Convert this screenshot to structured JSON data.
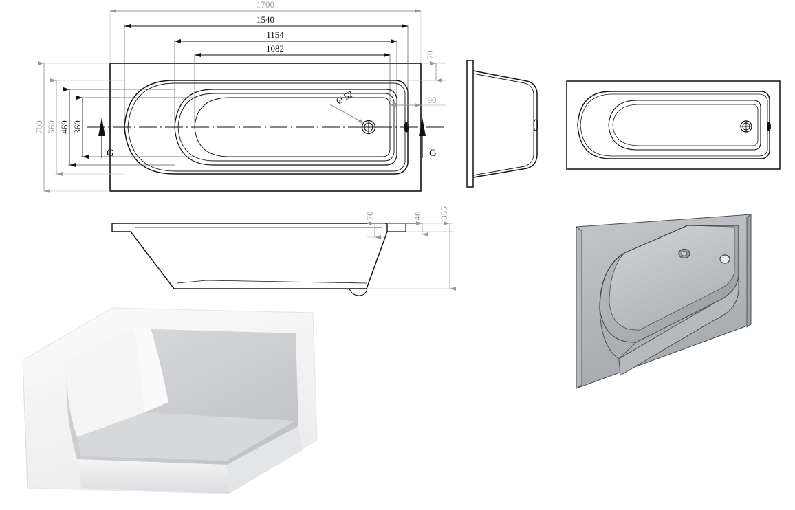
{
  "drawing": {
    "type": "technical-drawing",
    "subject": "rectangular single-ended bath tub",
    "units": "mm",
    "background_color": "#ffffff",
    "line_color": "#111111",
    "secondary_line_color": "#9a9a9a",
    "render_fill_light": "#f2f2f3",
    "render_fill_mid": "#c9cbcc",
    "render_fill_dark": "#a8abad"
  },
  "views": {
    "plan": {
      "name": "plan-view-dimensioned",
      "dimensions": {
        "overall_length": "1700",
        "rim_length": "1540",
        "inner_length": "1154",
        "base_length": "1082",
        "overall_width": "700",
        "rim_width": "560",
        "inner_width": "469",
        "base_width": "360",
        "rim_offset_top": "70",
        "drain_offset_end": "90",
        "drain_diameter": "Ø 52"
      },
      "section_marks": {
        "left": "G",
        "right": "G"
      }
    },
    "end_elevation": {
      "name": "end-elevation-view"
    },
    "plan_plain": {
      "name": "plan-view-plain"
    },
    "side_elevation": {
      "name": "side-elevation-view",
      "dimensions": {
        "rim_thickness": "70",
        "lip_thickness": "40",
        "overall_height": "355"
      }
    },
    "iso_top": {
      "name": "isometric-view-top"
    },
    "iso_bottom": {
      "name": "isometric-view-underside"
    }
  }
}
